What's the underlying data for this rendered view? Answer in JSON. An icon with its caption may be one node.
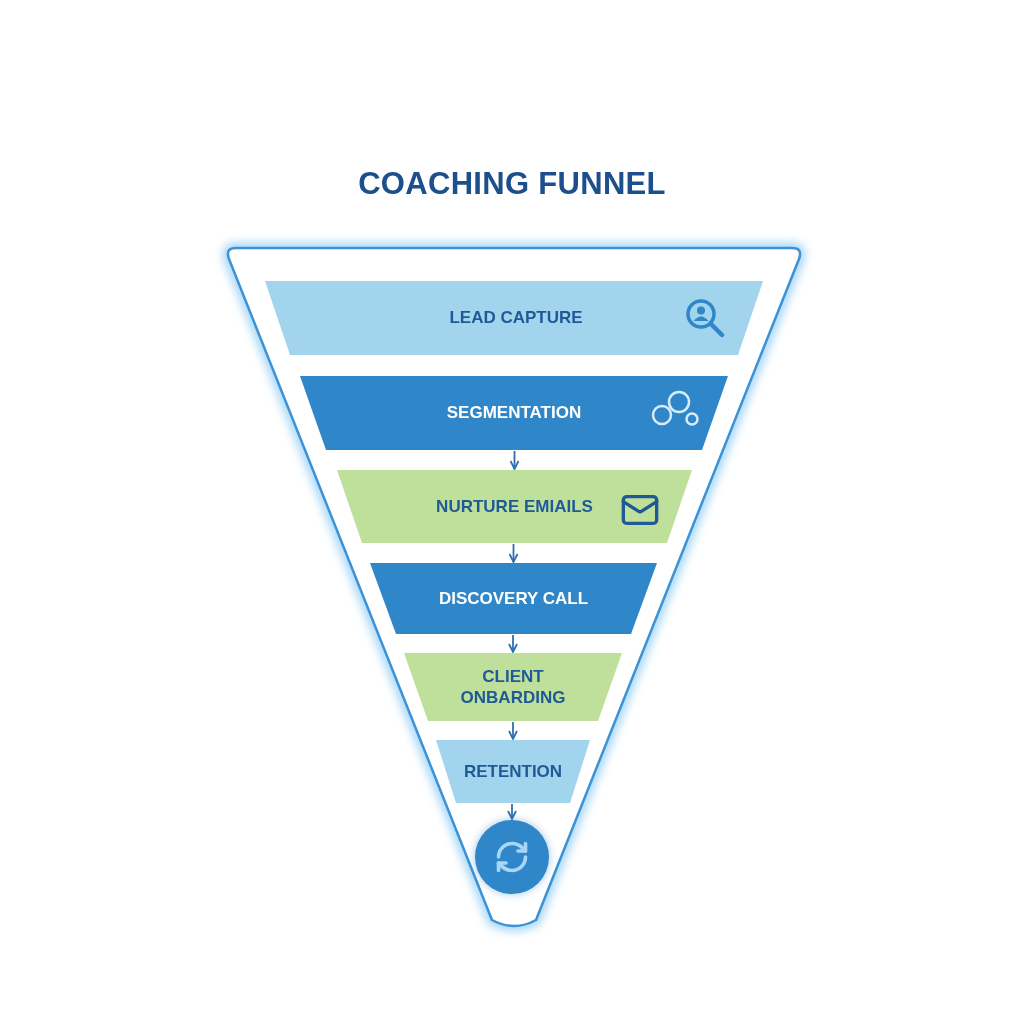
{
  "diagram": {
    "title": "COACHING FUNNEL",
    "nodes": [
      {
        "text": [],
        "shape": "triangle"
      },
      {
        "text": [
          "LEAD CAPTURE"
        ],
        "in": 0
      },
      {
        "text": [
          "SEGMENTATION"
        ],
        "in": 0
      },
      {
        "text": [
          "NURTURE EMIAILS"
        ],
        "in": 0
      },
      {
        "text": [
          "DISCOVERY CALL"
        ],
        "in": 0
      },
      {
        "text": [
          "CLIENT ONBARDING"
        ],
        "in": 0
      },
      {
        "text": [
          "RETENTION"
        ],
        "in": 0
      },
      {
        "text": [],
        "shape": "circle",
        "in": 0
      }
    ],
    "edges": [
      {
        "from": 2,
        "to": 3,
        "arrow": "to"
      },
      {
        "from": 3,
        "to": 4,
        "arrow": "to"
      },
      {
        "from": 4,
        "to": 5,
        "arrow": "to"
      },
      {
        "from": 5,
        "to": 6,
        "arrow": "to"
      },
      {
        "from": 6,
        "to": 7,
        "arrow": "to"
      }
    ]
  }
}
